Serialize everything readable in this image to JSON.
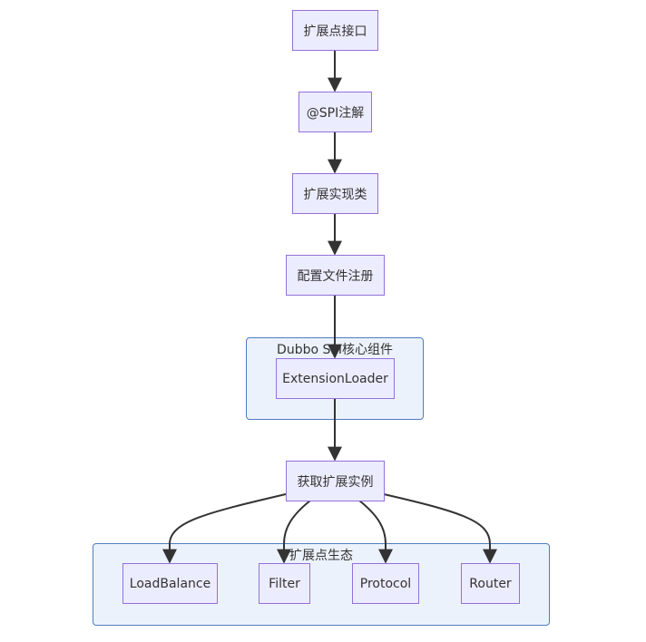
{
  "diagram": {
    "nodes": {
      "interface": "扩展点接口",
      "annotation": "@SPI注解",
      "impl_class": "扩展实现类",
      "config_register": "配置文件注册",
      "extension_loader": "ExtensionLoader",
      "get_instance": "获取扩展实例",
      "load_balance": "LoadBalance",
      "filter": "Filter",
      "protocol": "Protocol",
      "router": "Router"
    },
    "clusters": {
      "core": "Dubbo SPI核心组件",
      "ecosystem": "扩展点生态"
    },
    "edges": [
      [
        "interface",
        "annotation"
      ],
      [
        "annotation",
        "impl_class"
      ],
      [
        "impl_class",
        "config_register"
      ],
      [
        "config_register",
        "extension_loader"
      ],
      [
        "extension_loader",
        "get_instance"
      ],
      [
        "get_instance",
        "load_balance"
      ],
      [
        "get_instance",
        "filter"
      ],
      [
        "get_instance",
        "protocol"
      ],
      [
        "get_instance",
        "router"
      ]
    ],
    "colors": {
      "node_fill": "#ececff",
      "node_border": "#9370db",
      "cluster_fill": "#ecf2fb",
      "cluster_border": "#4f7cc1",
      "edge": "#333333",
      "text": "#333333"
    }
  }
}
